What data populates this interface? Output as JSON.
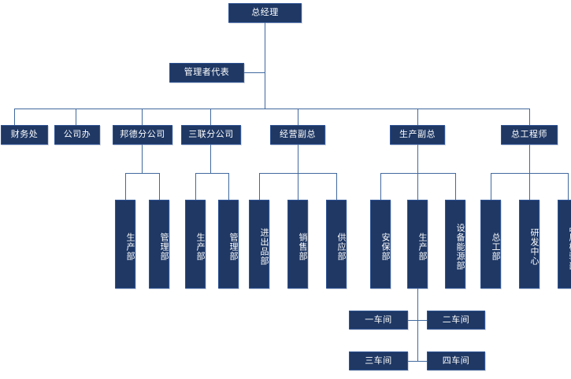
{
  "chart_data": {
    "type": "diagram",
    "diagram_type": "organization-chart",
    "title": "",
    "orientation": "top-down",
    "colors": {
      "node_fill": "#1F3864",
      "node_border": "#2E5395",
      "node_text": "#FFFFFF",
      "connector": "#41699E",
      "background": "#FFFFFF"
    },
    "nodes": [
      {
        "id": "gm",
        "label": "总经理",
        "level": 0,
        "orientation": "horizontal"
      },
      {
        "id": "mgmt_rep",
        "label": "管理者代表",
        "level": 1,
        "orientation": "horizontal"
      },
      {
        "id": "finance",
        "label": "财务处",
        "level": 2,
        "orientation": "horizontal"
      },
      {
        "id": "company_off",
        "label": "公司办",
        "level": 2,
        "orientation": "horizontal"
      },
      {
        "id": "bangde_branch",
        "label": "邦德分公司",
        "level": 2,
        "orientation": "horizontal"
      },
      {
        "id": "sanlian_branch",
        "label": "三联分公司",
        "level": 2,
        "orientation": "horizontal"
      },
      {
        "id": "biz_vp",
        "label": "经营副总",
        "level": 2,
        "orientation": "horizontal"
      },
      {
        "id": "prod_vp",
        "label": "生产副总",
        "level": 2,
        "orientation": "horizontal"
      },
      {
        "id": "chief_eng",
        "label": "总工程师",
        "level": 2,
        "orientation": "horizontal"
      },
      {
        "id": "bd_prod",
        "label": "生产部",
        "level": 3,
        "orientation": "vertical",
        "parent": "bangde_branch"
      },
      {
        "id": "bd_mgmt",
        "label": "管理部",
        "level": 3,
        "orientation": "vertical",
        "parent": "bangde_branch"
      },
      {
        "id": "sl_prod",
        "label": "生产部",
        "level": 3,
        "orientation": "vertical",
        "parent": "sanlian_branch"
      },
      {
        "id": "sl_mgmt",
        "label": "管理部",
        "level": 3,
        "orientation": "vertical",
        "parent": "sanlian_branch"
      },
      {
        "id": "import_export",
        "label": "进出品部",
        "level": 3,
        "orientation": "vertical",
        "parent": "biz_vp"
      },
      {
        "id": "sales",
        "label": "销售部",
        "level": 3,
        "orientation": "vertical",
        "parent": "biz_vp"
      },
      {
        "id": "supply",
        "label": "供应部",
        "level": 3,
        "orientation": "vertical",
        "parent": "biz_vp"
      },
      {
        "id": "security",
        "label": "安保部",
        "level": 3,
        "orientation": "vertical",
        "parent": "prod_vp"
      },
      {
        "id": "production",
        "label": "生产部",
        "level": 3,
        "orientation": "vertical",
        "parent": "prod_vp"
      },
      {
        "id": "equip_energy",
        "label": "设备能源部",
        "level": 3,
        "orientation": "vertical",
        "parent": "prod_vp"
      },
      {
        "id": "chief_dept",
        "label": "总工部",
        "level": 3,
        "orientation": "vertical",
        "parent": "chief_eng"
      },
      {
        "id": "rnd_center",
        "label": "研发中心",
        "level": 3,
        "orientation": "vertical",
        "parent": "chief_eng"
      },
      {
        "id": "quality",
        "label": "品质检验部",
        "level": 3,
        "orientation": "vertical",
        "parent": "chief_eng"
      },
      {
        "id": "workshop1",
        "label": "一车间",
        "level": 4,
        "orientation": "horizontal",
        "parent": "production"
      },
      {
        "id": "workshop2",
        "label": "二车间",
        "level": 4,
        "orientation": "horizontal",
        "parent": "production"
      },
      {
        "id": "workshop3",
        "label": "三车间",
        "level": 4,
        "orientation": "horizontal",
        "parent": "production"
      },
      {
        "id": "workshop4",
        "label": "四车间",
        "level": 4,
        "orientation": "horizontal",
        "parent": "production"
      }
    ]
  },
  "nodes": {
    "gm": "总经理",
    "mgmt_rep": "管理者代表",
    "finance": "财务处",
    "company_off": "公司办",
    "bangde_branch": "邦德分公司",
    "sanlian_branch": "三联分公司",
    "biz_vp": "经营副总",
    "prod_vp": "生产副总",
    "chief_eng": "总工程师",
    "bd_prod": "生产部",
    "bd_mgmt": "管理部",
    "sl_prod": "生产部",
    "sl_mgmt": "管理部",
    "import_export": "进出品部",
    "sales": "销售部",
    "supply": "供应部",
    "security": "安保部",
    "production": "生产部",
    "equip_energy": "设备能源部",
    "chief_dept": "总工部",
    "rnd_center": "研发中心",
    "quality": "品质检验部",
    "workshop1": "一车间",
    "workshop2": "二车间",
    "workshop3": "三车间",
    "workshop4": "四车间"
  }
}
